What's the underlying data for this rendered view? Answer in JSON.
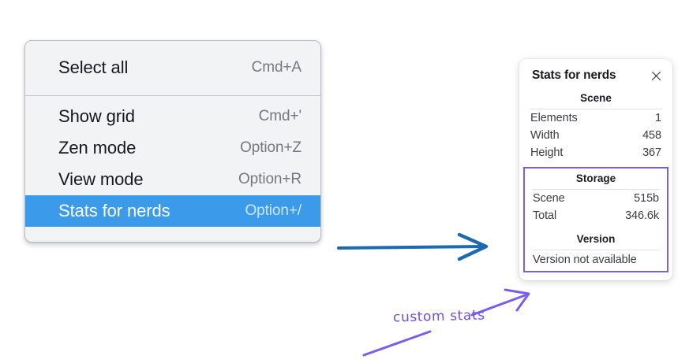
{
  "context_menu": {
    "groups": [
      {
        "items": [
          {
            "label": "Select all",
            "shortcut": "Cmd+A",
            "selected": false
          }
        ]
      },
      {
        "items": [
          {
            "label": "Show grid",
            "shortcut": "Cmd+'",
            "selected": false
          },
          {
            "label": "Zen mode",
            "shortcut": "Option+Z",
            "selected": false
          },
          {
            "label": "View mode",
            "shortcut": "Option+R",
            "selected": false
          },
          {
            "label": "Stats for nerds",
            "shortcut": "Option+/",
            "selected": true
          }
        ]
      }
    ],
    "selected_color": "#3b9ae9",
    "background": "#f1f3f4"
  },
  "stats_panel": {
    "title": "Stats for nerds",
    "close_icon": "close-icon",
    "sections": [
      {
        "heading": "Scene",
        "highlighted": false,
        "rows": [
          {
            "key": "Elements",
            "value": "1"
          },
          {
            "key": "Width",
            "value": "458"
          },
          {
            "key": "Height",
            "value": "367"
          }
        ]
      },
      {
        "heading": "Storage",
        "highlighted": true,
        "rows": [
          {
            "key": "Scene",
            "value": "515b"
          },
          {
            "key": "Total",
            "value": "346.6k"
          }
        ]
      },
      {
        "heading": "Version",
        "highlighted": true,
        "text": "Version not available"
      }
    ],
    "highlight_color": "#7b5ee8"
  },
  "annotations": {
    "handwritten_label": "custom stats",
    "arrow_blue_color": "#1e69b0",
    "arrow_purple_color": "#7b5ee8"
  }
}
